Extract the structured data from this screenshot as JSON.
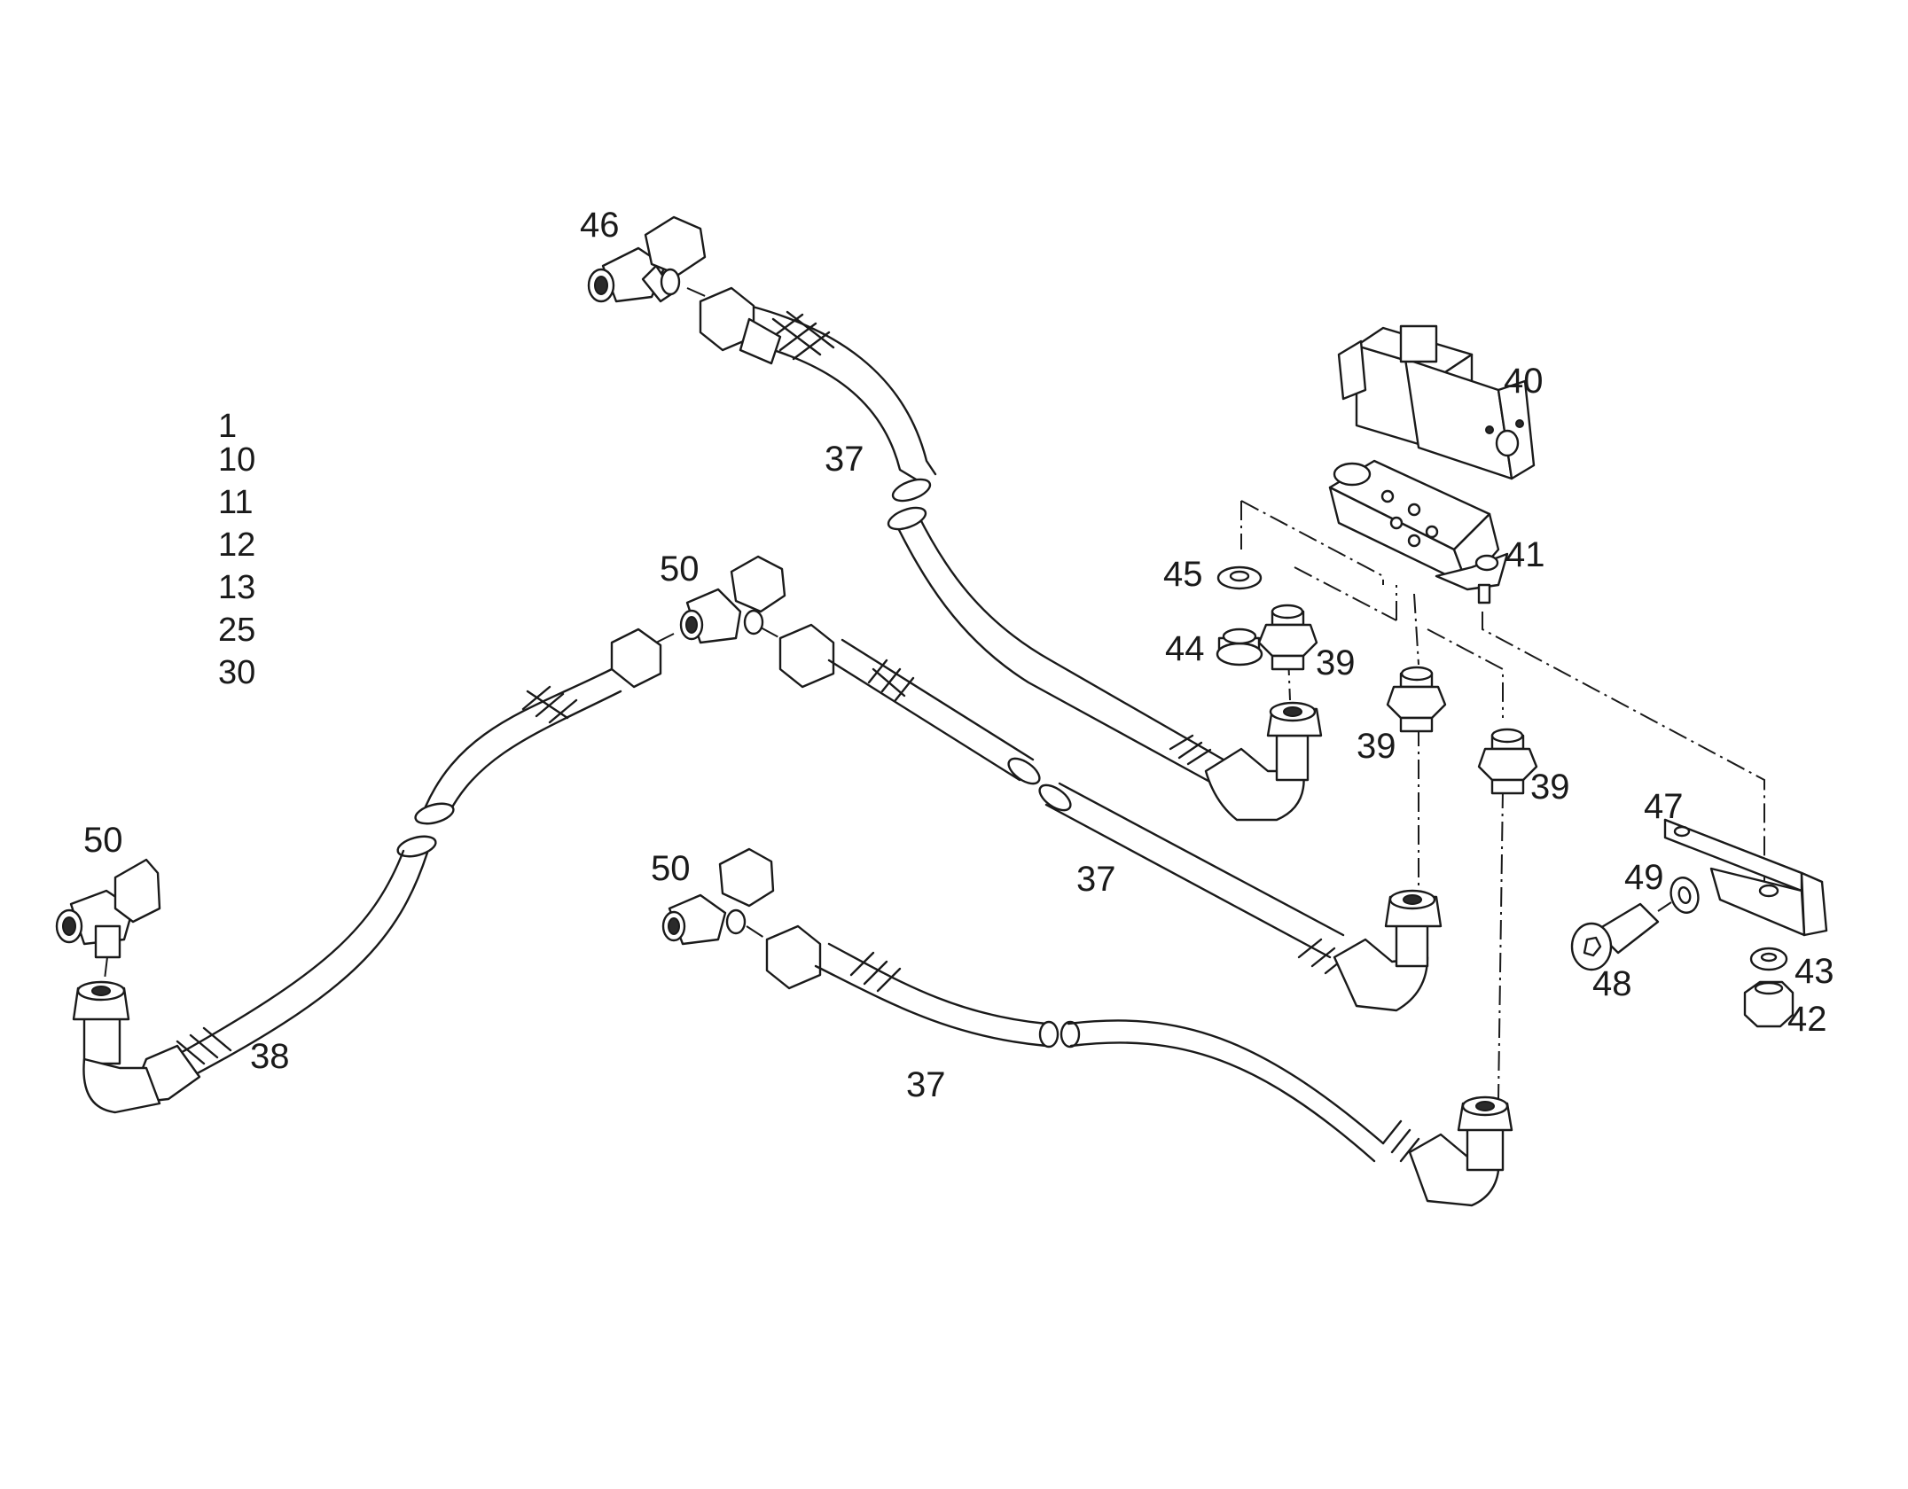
{
  "reference_list": [
    "1",
    "10",
    "11",
    "12",
    "13",
    "25",
    "30"
  ],
  "callouts": {
    "c46": "46",
    "c37a": "37",
    "c37b": "37",
    "c37c": "37",
    "c38": "38",
    "c50a": "50",
    "c50b": "50",
    "c50c": "50",
    "c40": "40",
    "c41": "41",
    "c45": "45",
    "c44": "44",
    "c39a": "39",
    "c39b": "39",
    "c39c": "39",
    "c47": "47",
    "c49": "49",
    "c48": "48",
    "c43": "43",
    "c42": "42"
  },
  "parts": {
    "37": "hose",
    "38": "hose",
    "39": "union fitting",
    "40": "solenoid valve",
    "41": "mounting plate",
    "42": "nut",
    "43": "washer",
    "44": "plug",
    "45": "seal ring",
    "46": "tee fitting",
    "47": "bracket",
    "48": "cap screw",
    "49": "washer",
    "50": "tee fitting"
  }
}
